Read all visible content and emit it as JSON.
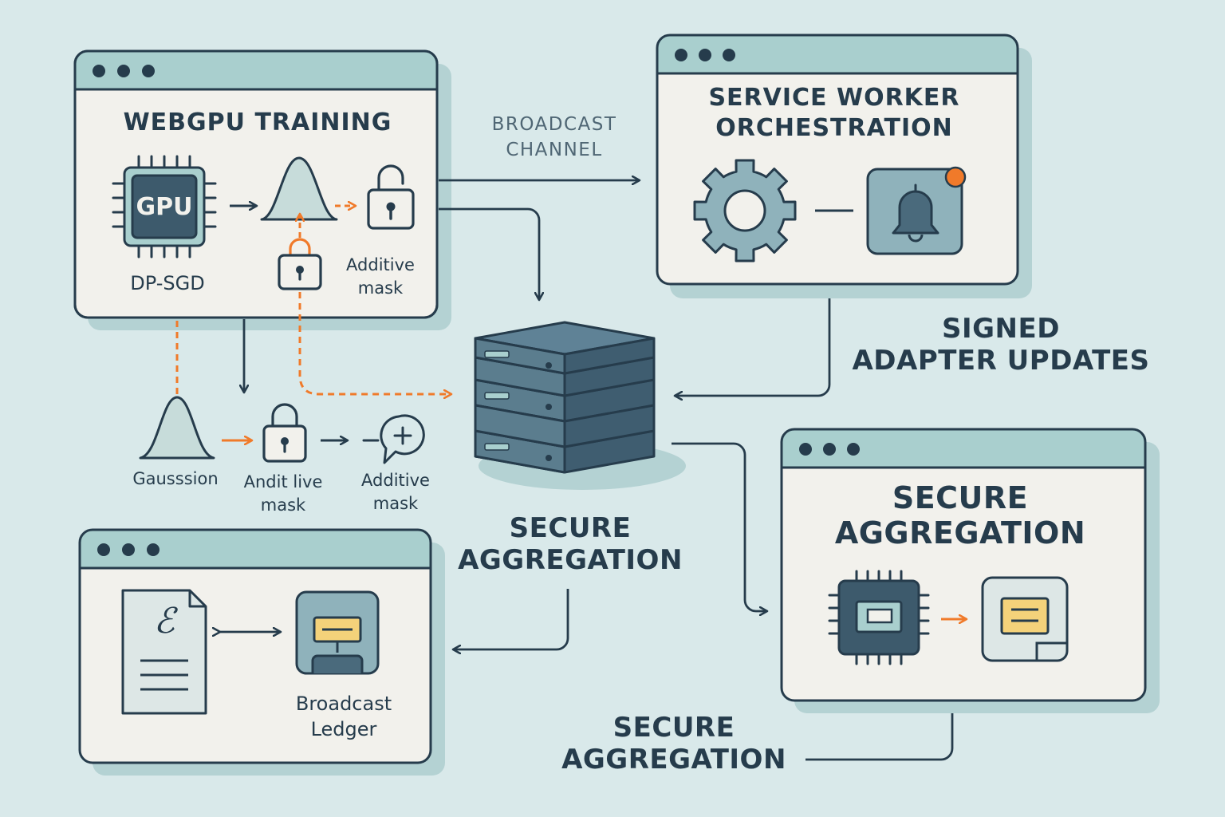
{
  "colors": {
    "background": "#d9e9ea",
    "window_fill": "#f2f1ec",
    "titlebar_fill": "#a9cfce",
    "stroke": "#263c4c",
    "shadow": "#b4d2d3",
    "accent_orange": "#f07a2a",
    "chip_fill": "#3d5a6c",
    "server_fill": "#3f5d70",
    "note_yellow": "#f4d27a"
  },
  "training_window": {
    "title": "WEBGPU TRAINING",
    "gpu_label": "GPU",
    "chip_caption": "DP-SGD",
    "mask_caption_line1": "Additive",
    "mask_caption_line2": "mask",
    "icons": [
      "gpu-chip-icon",
      "gaussian-curve-icon",
      "unlocked-padlock-icon",
      "padlock-icon"
    ]
  },
  "channel_label": {
    "line1": "BROADCAST",
    "line2": "CHANNEL"
  },
  "orchestration_window": {
    "title_line1": "SERVICE WORKER",
    "title_line2": "ORCHESTRATION",
    "icons": [
      "gear-icon",
      "bell-notification-icon"
    ]
  },
  "signed_updates": {
    "line1": "SIGNED",
    "line2": "ADAPTER UPDATES"
  },
  "noise_row": {
    "gaussian_label": "Gausssion",
    "audit_label_line1": "Andit live",
    "audit_label_line2": "mask",
    "additive_label_line1": "Additive",
    "additive_label_line2": "mask"
  },
  "server": {
    "label_line1": "SECURE",
    "label_line2": "AGGREGATION",
    "icon": "server-stack-icon"
  },
  "ledger_window": {
    "caption_line1": "Broadcast",
    "caption_line2": "Ledger",
    "document_symbol": "ℰ",
    "icons": [
      "document-icon",
      "terminal-node-icon"
    ]
  },
  "aggregation_window": {
    "title_line1": "SECURE",
    "title_line2": "AGGREGATION",
    "icons": [
      "chip-icon",
      "note-card-icon"
    ]
  },
  "footer_label": {
    "line1": "SECURE",
    "line2": "AGGREGATION"
  }
}
